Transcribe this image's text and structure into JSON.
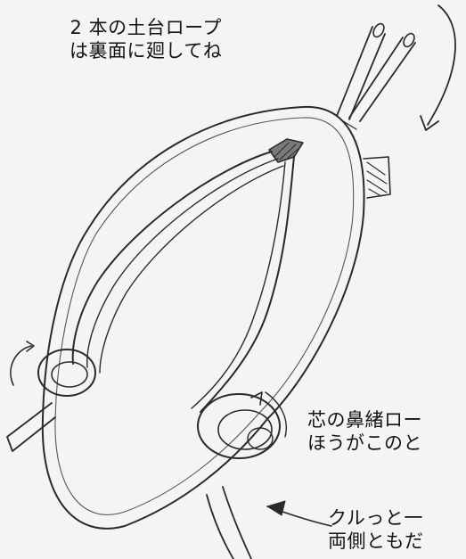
{
  "annotations": {
    "top": {
      "line1": "2 本の土台ロープ",
      "line2": "は裏面に廻してね"
    },
    "right": {
      "line1": "芯の鼻緒ロー",
      "line2": "ほうがこのと"
    },
    "bottom": {
      "line1": "クルっと一",
      "line2": "両側ともだ"
    }
  },
  "colors": {
    "background": "#f4f4f2",
    "pencil": "#2a2a2a",
    "text": "#141414"
  }
}
